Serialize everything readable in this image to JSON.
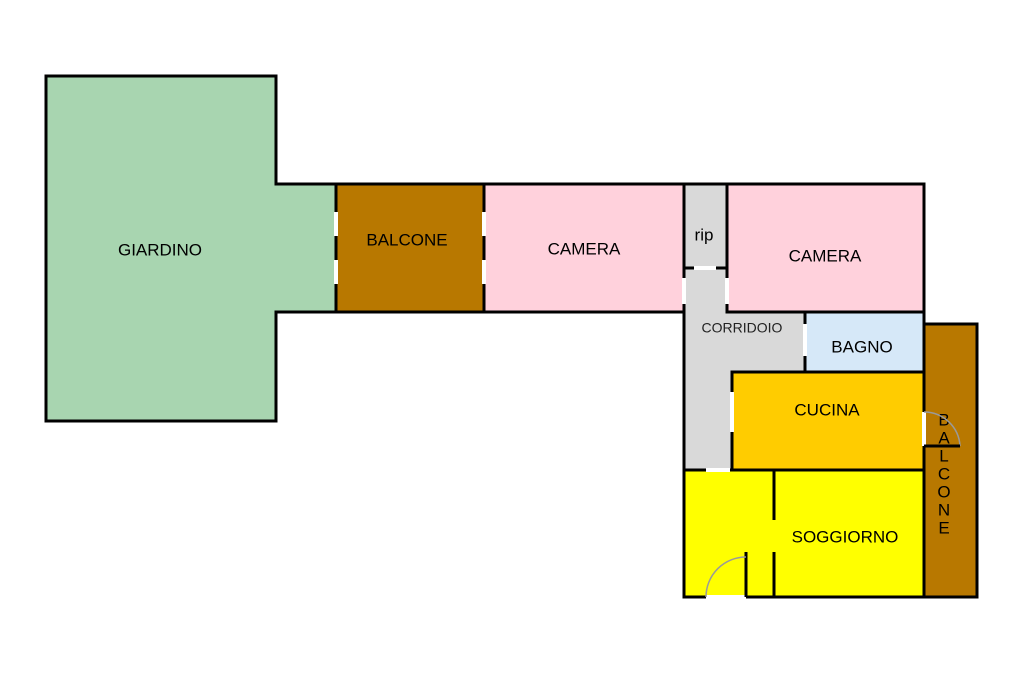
{
  "plan": {
    "rooms": {
      "giardino": {
        "label": "GIARDINO",
        "color": "#a8d5b0"
      },
      "balcone_left": {
        "label": "BALCONE",
        "color": "#b87800"
      },
      "camera_1": {
        "label": "CAMERA",
        "color": "#ffd1dc"
      },
      "ripostiglio": {
        "label": "rip",
        "color": "#d9d9d9"
      },
      "camera_2": {
        "label": "CAMERA",
        "color": "#ffd1dc"
      },
      "corridoio": {
        "label": "CORRIDOIO",
        "color": "#d9d9d9"
      },
      "bagno": {
        "label": "BAGNO",
        "color": "#d6e8f8"
      },
      "cucina": {
        "label": "CUCINA",
        "color": "#ffcc00"
      },
      "soggiorno": {
        "label": "SOGGIORNO",
        "color": "#ffff00"
      },
      "balcone_right": {
        "label": "BALCONE",
        "letters": [
          "B",
          "A",
          "L",
          "C",
          "O",
          "N",
          "E"
        ],
        "color": "#b87800"
      }
    }
  }
}
